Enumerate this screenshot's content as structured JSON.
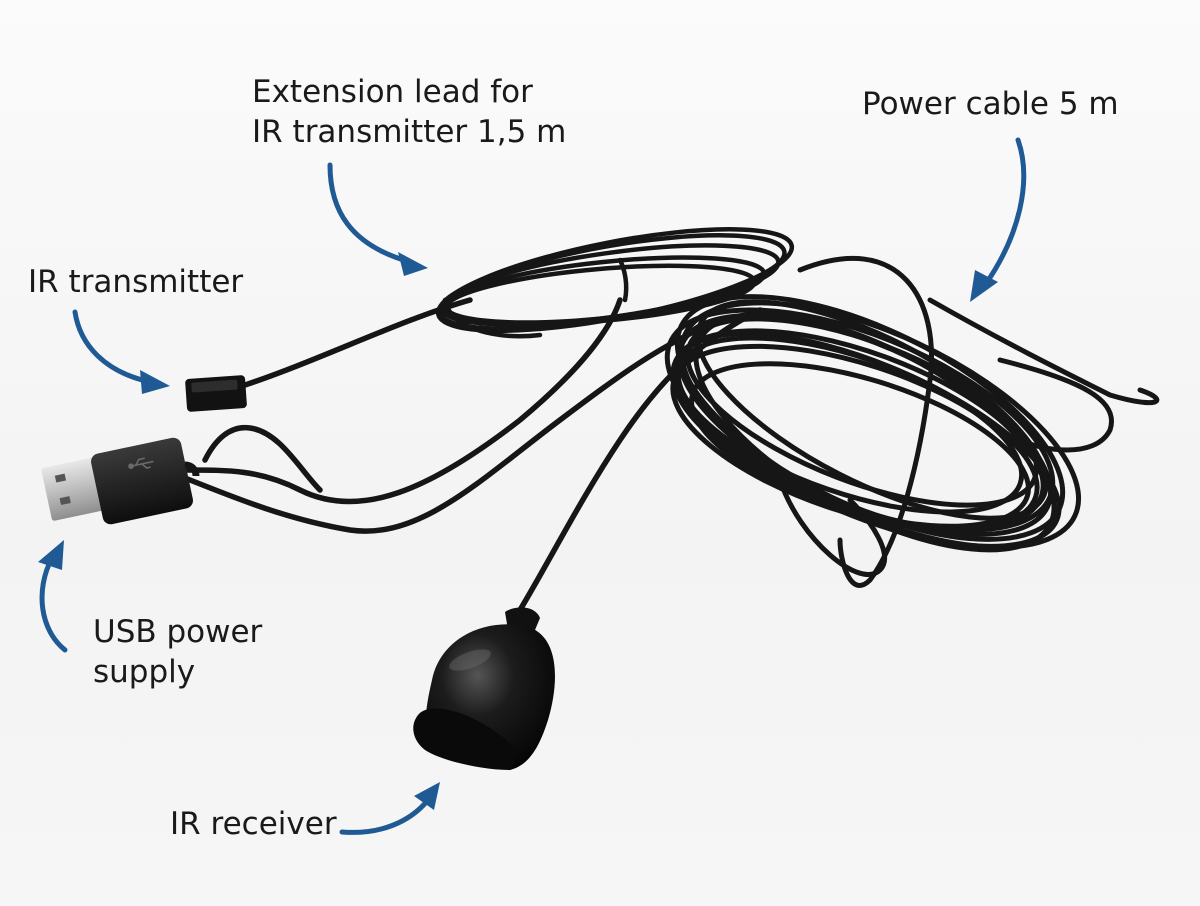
{
  "labels": {
    "extension_line1": "Extension lead for",
    "extension_line2": "IR transmitter 1,5 m",
    "power_cable": "Power cable 5 m",
    "ir_transmitter": "IR transmitter",
    "usb_line1": "USB power",
    "usb_line2": "supply",
    "ir_receiver": "IR receiver"
  },
  "colors": {
    "arrow": "#1f5a94",
    "cable": "#161616",
    "text": "#1a1a1a"
  },
  "icons": [
    "usb-logo-icon"
  ]
}
